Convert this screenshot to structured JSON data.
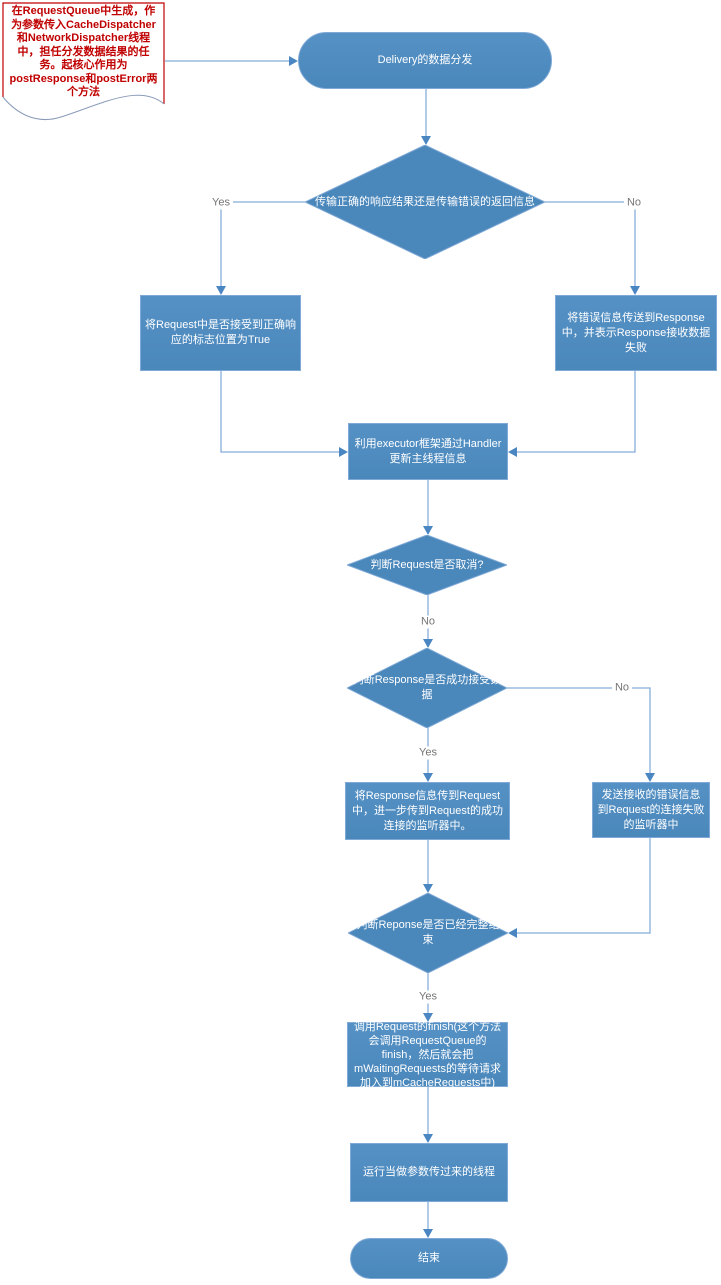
{
  "note": {
    "text": "在RequestQueue中生成，作为参数传入CacheDispatcher和NetworkDispatcher线程中，担任分发数据结果的任务。起核心作用为postResponse和postError两个方法"
  },
  "nodes": {
    "start": {
      "label": "Delivery的数据分发",
      "type": "stadium"
    },
    "decision_result": {
      "label": "传输正确的响应结果还是传输错误的返回信息",
      "type": "decision"
    },
    "set_flag_true": {
      "label": "将Request中是否接受到正确响应的标志位置为True",
      "type": "process"
    },
    "pass_error": {
      "label": "将错误信息传送到Response中，并表示Response接收数据失败",
      "type": "process"
    },
    "update_main_thread": {
      "label": "利用executor框架通过Handler更新主线程信息",
      "type": "process"
    },
    "decision_cancelled": {
      "label": "判断Request是否取消?",
      "type": "decision"
    },
    "decision_received": {
      "label": "判断Response是否成功接受数据",
      "type": "decision"
    },
    "notify_success": {
      "label": "将Response信息传到Request中，进一步传到Request的成功连接的监听器中。",
      "type": "process"
    },
    "notify_failure": {
      "label": "发送接收的错误信息到Request的连接失败的监听器中",
      "type": "process"
    },
    "decision_complete": {
      "label": "判断Reponse是否已经完整结束",
      "type": "decision"
    },
    "call_finish": {
      "label": "调用Request的finish(这个方法会调用RequestQueue的finish，然后就会把mWaitingRequests的等待请求加入到mCacheRequests中)",
      "type": "process"
    },
    "run_thread": {
      "label": "运行当做参数传过来的线程",
      "type": "process"
    },
    "end": {
      "label": "结束",
      "type": "stadium"
    }
  },
  "edge_labels": {
    "result_yes": "Yes",
    "result_no": "No",
    "cancelled_no": "No",
    "received_yes": "Yes",
    "received_no": "No",
    "complete_yes": "Yes"
  },
  "colors": {
    "shape_fill": "#4a87bb",
    "shape_fill_light": "#5591c5",
    "shape_stroke": "#7fa9d6",
    "wire": "#85aeda",
    "arrow": "#4a87c2",
    "note_red": "#c00000",
    "label_gray": "#767676",
    "bg": "#ffffff"
  }
}
